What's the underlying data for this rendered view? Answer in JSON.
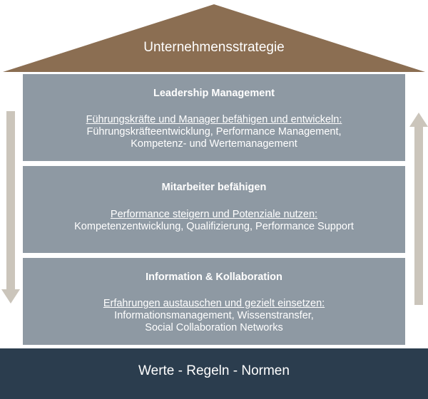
{
  "roof": {
    "label": "Unternehmensstrategie",
    "color": "#8b6e52"
  },
  "blocks": [
    {
      "title": "Leadership Management",
      "subtitle": "Führungskräfte und Manager befähigen und entwickeln:",
      "lines": [
        "Führungskräfteentwicklung, Performance Management,",
        "Kompetenz- und Wertemanagement"
      ]
    },
    {
      "title": "Mitarbeiter befähigen",
      "subtitle": "Performance steigern und Potenziale nutzen:",
      "lines": [
        "Kompetenzentwicklung, Qualifizierung, Performance Support"
      ]
    },
    {
      "title": "Information & Kollaboration",
      "subtitle": "Erfahrungen austauschen und gezielt einsetzen:",
      "lines": [
        "Informationsmanagement, Wissenstransfer,",
        "Social Collaboration Networks"
      ]
    }
  ],
  "foundation": {
    "label": "Werte - Regeln - Normen",
    "color": "#2b3d4e"
  },
  "colors": {
    "block": "#8e99a3",
    "arrow": "#cbc5bb"
  }
}
